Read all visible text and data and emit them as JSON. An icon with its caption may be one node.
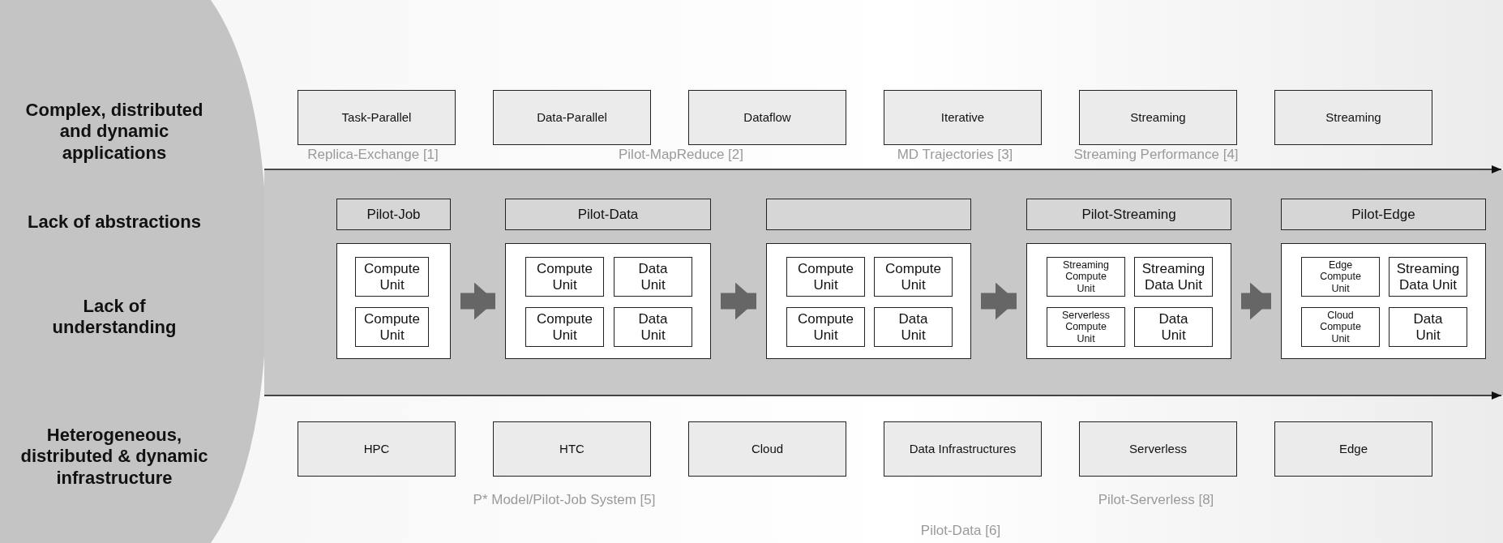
{
  "diagram": {
    "nodes": [
      {
        "text": [
          "Task-Parallel"
        ]
      },
      {
        "text": [
          "Data-Parallel"
        ]
      },
      {
        "text": [
          "Dataflow"
        ]
      },
      {
        "text": [
          "Iterative"
        ]
      },
      {
        "text": [
          "Streaming"
        ]
      },
      {
        "text": [
          "Streaming"
        ]
      },
      {
        "text": [
          "Pilot-Job"
        ]
      },
      {
        "text": [],
        "shape": "box"
      },
      {
        "text": [
          "Compute Unit"
        ],
        "in": 7
      },
      {
        "text": [
          "Compute Unit"
        ],
        "in": 7
      },
      {
        "text": [
          "Pilot-Data"
        ]
      },
      {
        "text": [],
        "shape": "box"
      },
      {
        "text": [
          "Compute Unit"
        ],
        "in": 11
      },
      {
        "text": [
          "Data Unit"
        ],
        "in": 11
      },
      {
        "text": [
          "Compute Unit"
        ],
        "in": 11
      },
      {
        "text": [
          "Data Unit"
        ],
        "in": 11
      },
      {
        "text": [],
        "shape": "box"
      },
      {
        "text": [],
        "shape": "box"
      },
      {
        "text": [
          "Compute Unit"
        ],
        "in": 17
      },
      {
        "text": [
          "Compute Unit"
        ],
        "in": 17
      },
      {
        "text": [
          "Compute Unit"
        ],
        "in": 17
      },
      {
        "text": [
          "Data Unit"
        ],
        "in": 17
      },
      {
        "text": [
          "Pilot-Streaming"
        ]
      },
      {
        "text": [],
        "shape": "box"
      },
      {
        "text": [
          "Streaming Compute Unit"
        ],
        "in": 23
      },
      {
        "text": [
          "Streaming Data Unit"
        ],
        "in": 23
      },
      {
        "text": [
          "Serverless Compute Unit"
        ],
        "in": 23
      },
      {
        "text": [
          "Data Unit"
        ],
        "in": 23
      },
      {
        "text": [
          "Pilot-Edge"
        ]
      },
      {
        "text": [],
        "shape": "box"
      },
      {
        "text": [
          "Edge Compute Unit"
        ],
        "in": 29
      },
      {
        "text": [
          "Streaming Data Unit"
        ],
        "in": 29
      },
      {
        "text": [
          "Cloud Compute Unit"
        ],
        "in": 29
      },
      {
        "text": [
          "Data Unit"
        ],
        "in": 29
      },
      {
        "text": [
          "HPC"
        ]
      },
      {
        "text": [
          "HTC"
        ]
      },
      {
        "text": [
          "Cloud"
        ]
      },
      {
        "text": [
          "Data Infrastructures"
        ]
      },
      {
        "text": [
          "Serverless"
        ]
      },
      {
        "text": [
          "Edge"
        ]
      }
    ],
    "edges": [
      {
        "from": 7,
        "to": 11,
        "arrow": "to"
      },
      {
        "from": 11,
        "to": 17,
        "arrow": "to"
      },
      {
        "from": 17,
        "to": 23,
        "arrow": "to"
      },
      {
        "from": 23,
        "to": 29,
        "arrow": "to"
      }
    ],
    "labels": [
      "Complex, distributed and dynamic applications",
      "Replica-Exchange [1]",
      "Pilot-MapReduce [2]",
      "MD Trajectories [3]",
      "Streaming Performance [4]",
      "Lack of abstractions",
      "Lack of understanding",
      "Heterogeneous, distributed & dynamic infrastructure",
      "P* Model/Pilot-Job System [5]",
      "Pilot-Serverless [8]",
      "Pilot-Data [6]"
    ]
  }
}
